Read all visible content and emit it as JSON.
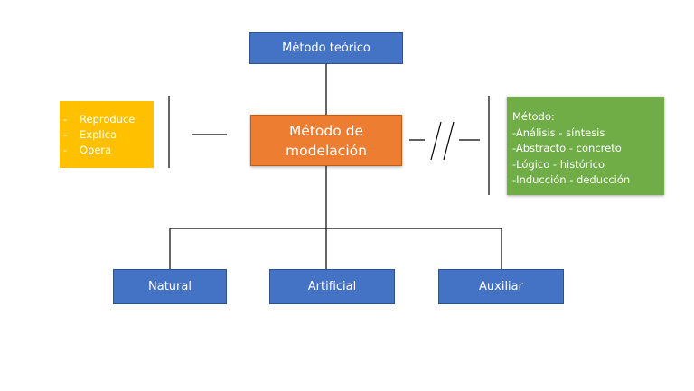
{
  "diagram": {
    "top_box": "Método teórico",
    "center_box": {
      "line1": "Método de",
      "line2": "modelación"
    },
    "left_box": {
      "items": [
        "Reproduce",
        "Explica",
        "Opera"
      ],
      "bullet": "-"
    },
    "right_box": {
      "title": "Método:",
      "items": [
        "-Análisis - síntesis",
        "-Abstracto - concreto",
        "-Lógico - histórico",
        "-Inducción - deducción"
      ]
    },
    "bottom_boxes": [
      "Natural",
      "Artificial",
      "Auxiliar"
    ]
  },
  "colors": {
    "blue": "#4472c4",
    "orange": "#ed7d31",
    "yellow": "#ffc000",
    "green": "#70ad47",
    "line": "#000000"
  }
}
